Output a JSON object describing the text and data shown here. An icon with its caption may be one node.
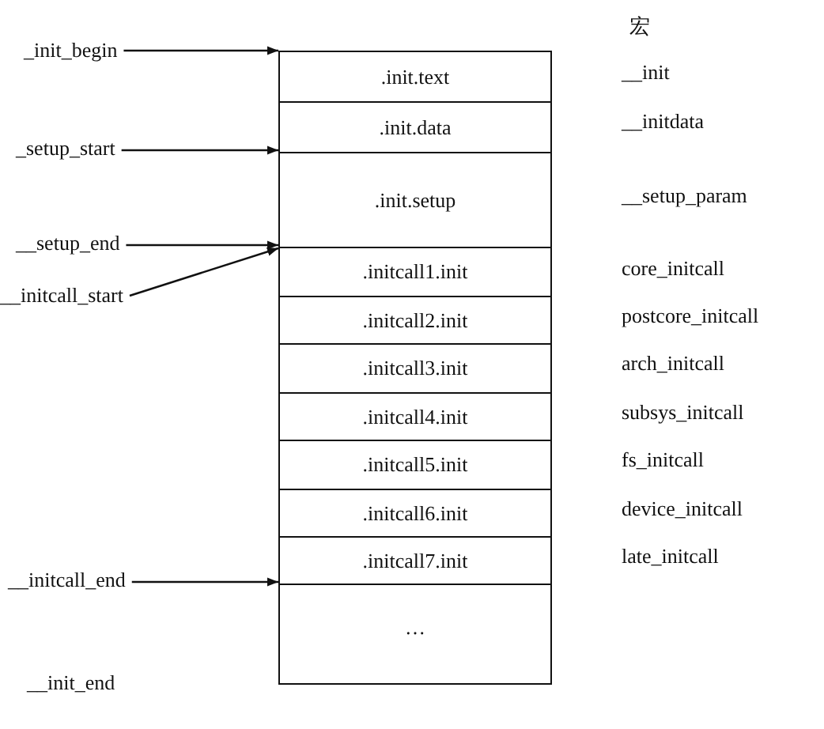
{
  "diagram": {
    "nodes": [
      {
        "text": [],
        "shape": "box"
      },
      {
        "text": [
          ".init.text"
        ],
        "in": 0
      },
      {
        "text": [
          ".init.data"
        ],
        "in": 0
      },
      {
        "text": [
          ".init.setup"
        ],
        "in": 0
      },
      {
        "text": [
          ".initcall1.init"
        ],
        "in": 0
      },
      {
        "text": [
          ".initcall2.init"
        ],
        "in": 0
      },
      {
        "text": [
          ".initcall3.init"
        ],
        "in": 0
      },
      {
        "text": [
          ".initcall4.init"
        ],
        "in": 0
      },
      {
        "text": [
          ".initcall5.init"
        ],
        "in": 0
      },
      {
        "text": [
          ".initcall6.init"
        ],
        "in": 0
      },
      {
        "text": [
          ".initcall7.init"
        ],
        "in": 0
      },
      {
        "text": [
          "…"
        ],
        "in": 0
      },
      {
        "text": [
          "_init_begin"
        ]
      },
      {
        "text": [
          "_setup_start"
        ]
      },
      {
        "text": [
          "__setup_end"
        ]
      },
      {
        "text": [
          "__initcall_start"
        ]
      },
      {
        "text": [
          "__initcall_end"
        ]
      }
    ],
    "edges": [
      {
        "from": 12,
        "to": 0,
        "arrow": "to"
      },
      {
        "from": 13,
        "to": 0,
        "arrow": "to"
      },
      {
        "from": 14,
        "to": 0,
        "arrow": "to"
      },
      {
        "from": 15,
        "to": 0,
        "arrow": "to"
      },
      {
        "from": 16,
        "to": 0,
        "arrow": "to"
      }
    ],
    "labels": [
      "宏",
      "__init",
      "__initdata",
      "__setup_param",
      "core_initcall",
      "postcore_initcall",
      "arch_initcall",
      "subsys_initcall",
      "fs_initcall",
      "device_initcall",
      "late_initcall",
      "__init_end"
    ]
  }
}
